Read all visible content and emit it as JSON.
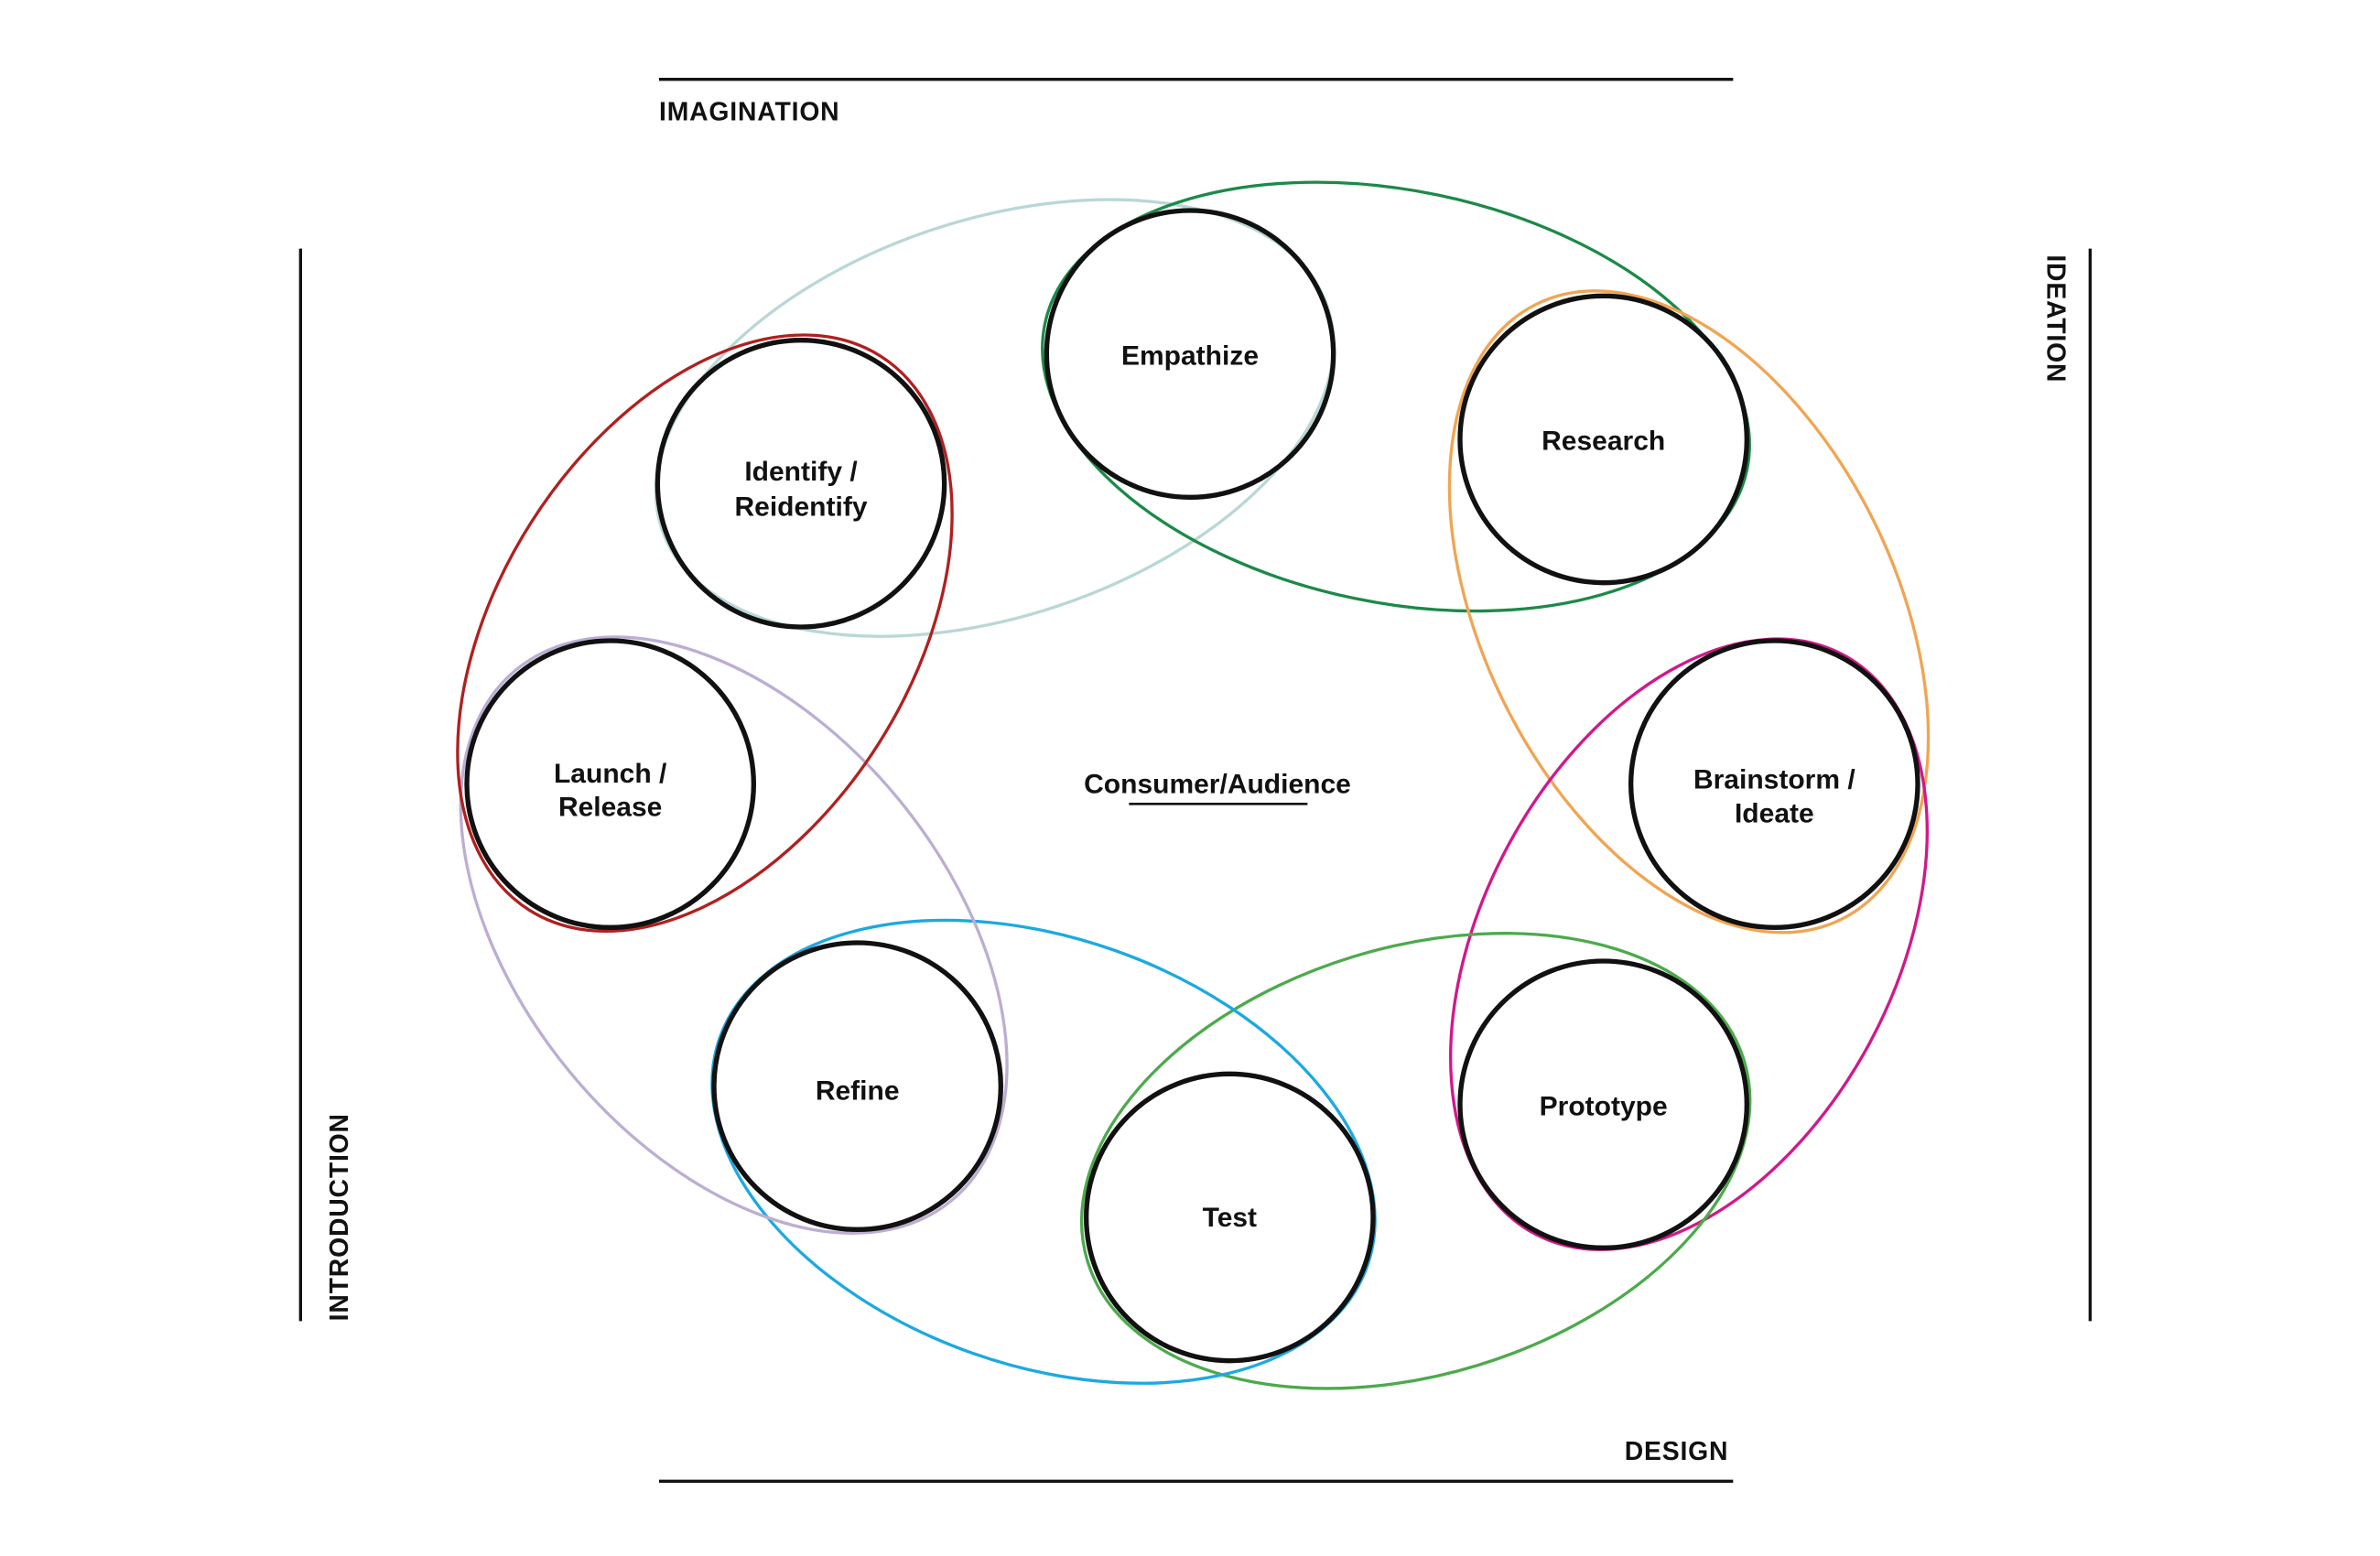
{
  "axes": {
    "top": "IMAGINATION",
    "right": "IDEATION",
    "bottom": "DESIGN",
    "left": "INTRODUCTION"
  },
  "center_label": "Consumer/Audience",
  "stages": [
    {
      "id": "empathize",
      "lines": [
        "Empathize"
      ]
    },
    {
      "id": "research",
      "lines": [
        "Research"
      ]
    },
    {
      "id": "brainstorm",
      "lines": [
        "Brainstorm /",
        "Ideate"
      ]
    },
    {
      "id": "prototype",
      "lines": [
        "Prototype"
      ]
    },
    {
      "id": "test",
      "lines": [
        "Test"
      ]
    },
    {
      "id": "refine",
      "lines": [
        "Refine"
      ]
    },
    {
      "id": "launch",
      "lines": [
        "Launch /",
        "Release"
      ]
    },
    {
      "id": "identify",
      "lines": [
        "Identify /",
        "Reidentify"
      ]
    }
  ],
  "links": [
    {
      "from": "identify",
      "to": "empathize",
      "color": "#b9d7d6"
    },
    {
      "from": "empathize",
      "to": "research",
      "color": "#1b8a48"
    },
    {
      "from": "research",
      "to": "brainstorm",
      "color": "#f0a552"
    },
    {
      "from": "brainstorm",
      "to": "prototype",
      "color": "#d2188a"
    },
    {
      "from": "prototype",
      "to": "test",
      "color": "#4caa4c"
    },
    {
      "from": "test",
      "to": "refine",
      "color": "#1ca9e0"
    },
    {
      "from": "refine",
      "to": "launch",
      "color": "#bcaed2"
    },
    {
      "from": "launch",
      "to": "identify",
      "color": "#b0201f"
    }
  ]
}
